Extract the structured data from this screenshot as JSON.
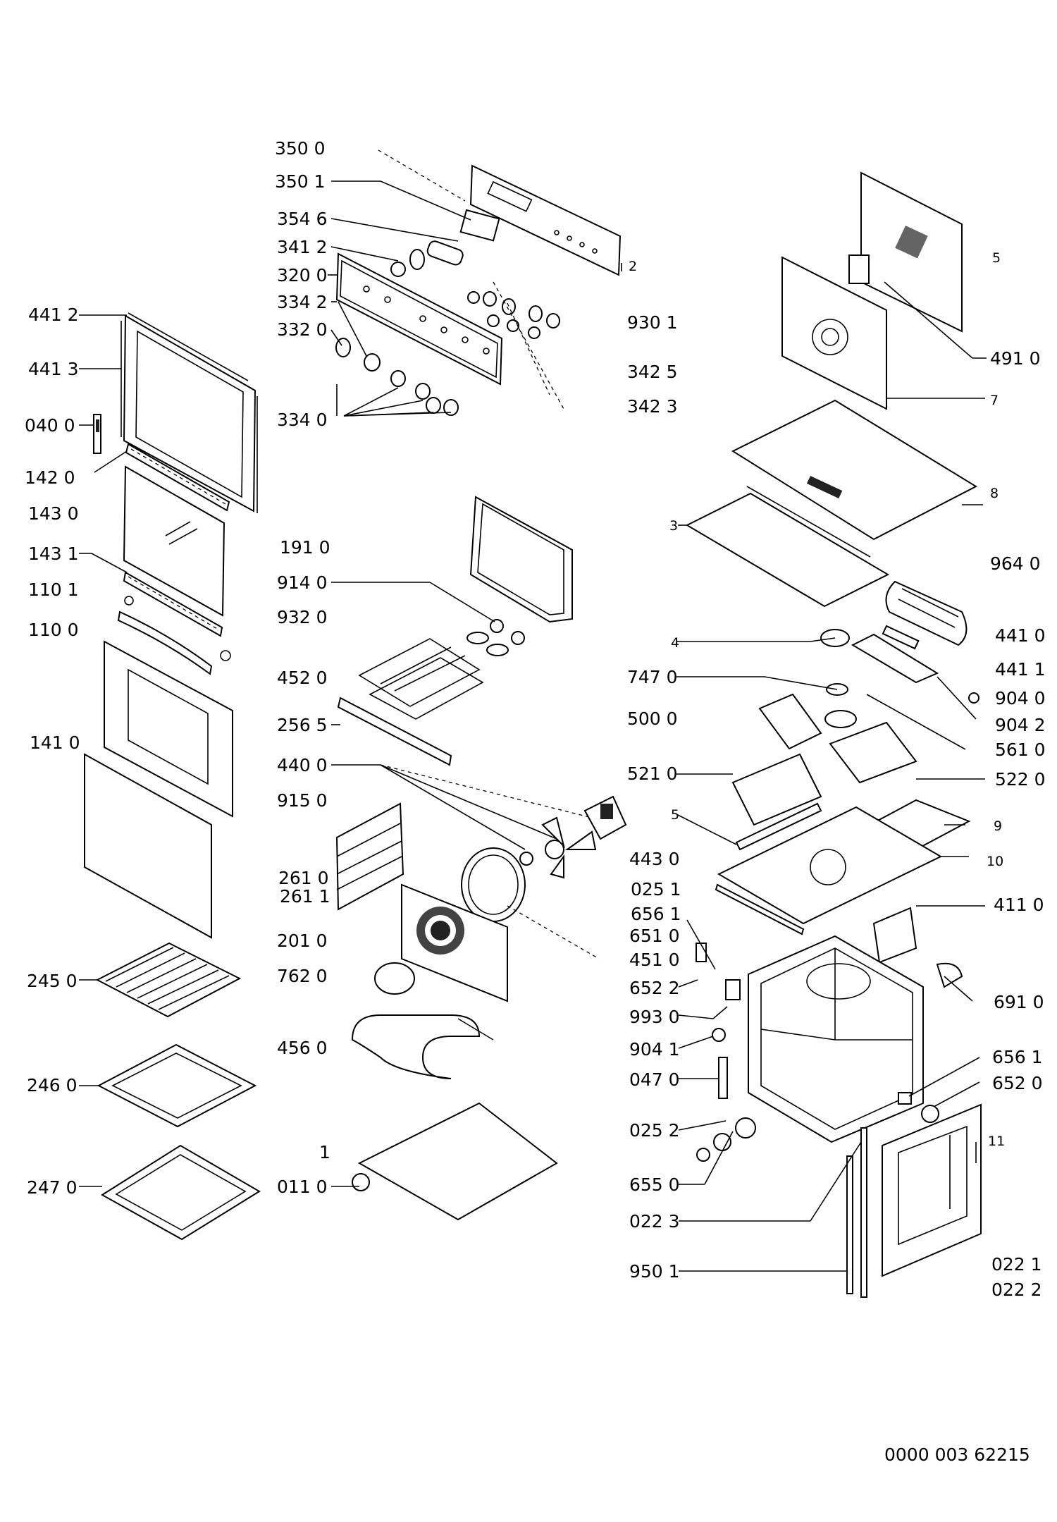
{
  "labels": {
    "l_3500": "350 0",
    "l_3501": "350 1",
    "l_3546": "354 6",
    "l_3412": "341 2",
    "l_3200": "320 0",
    "l_3342": "334 2",
    "l_3320": "332 0",
    "l_3340": "334 0",
    "l_4412": "441 2",
    "l_4413": "441 3",
    "l_0400": "040 0",
    "l_1420": "142 0",
    "l_1430": "143 0",
    "l_1431": "143 1",
    "l_1101": "110 1",
    "l_1100": "110 0",
    "l_1410": "141 0",
    "l_2450": "245 0",
    "l_2460": "246 0",
    "l_2470": "247 0",
    "l_1910": "191 0",
    "l_9140": "914 0",
    "l_9320": "932 0",
    "l_4520": "452 0",
    "l_2565": "256 5",
    "l_4400": "440 0",
    "l_9150": "915 0",
    "l_2610": "261 0",
    "l_2611": "261 1",
    "l_2010": "201 0",
    "l_7620": "762 0",
    "l_4560": "456 0",
    "l_1": "1",
    "l_0110": "011 0",
    "l_9301": "930 1",
    "l_3425": "342 5",
    "l_3423": "342 3",
    "l_2": "2",
    "l_5top": "5",
    "l_4910": "491 0",
    "l_7": "7",
    "l_8": "8",
    "l_3": "3",
    "l_9640": "964 0",
    "l_4410": "441 0",
    "l_4411": "441 1",
    "l_4": "4",
    "l_7470": "747 0",
    "l_9040": "904 0",
    "l_9042": "904 2",
    "l_5000": "500 0",
    "l_5610": "561 0",
    "l_5210": "521 0",
    "l_5220": "522 0",
    "l_5mid": "5",
    "l_9": "9",
    "l_4430": "443 0",
    "l_10": "10",
    "l_0251": "025 1",
    "l_4110": "411 0",
    "l_6561": "656 1",
    "l_6510": "651 0",
    "l_4510": "451 0",
    "l_6522": "652 2",
    "l_6910": "691 0",
    "l_9930": "993 0",
    "l_9041": "904 1",
    "l_6561b": "656 1",
    "l_0470": "047 0",
    "l_6520": "652 0",
    "l_0252": "025 2",
    "l_11": "11",
    "l_6550": "655 0",
    "l_0223": "022 3",
    "l_9501": "950 1",
    "l_0221": "022 1",
    "l_0222": "022 2",
    "doc_id": "0000 003 62215"
  }
}
